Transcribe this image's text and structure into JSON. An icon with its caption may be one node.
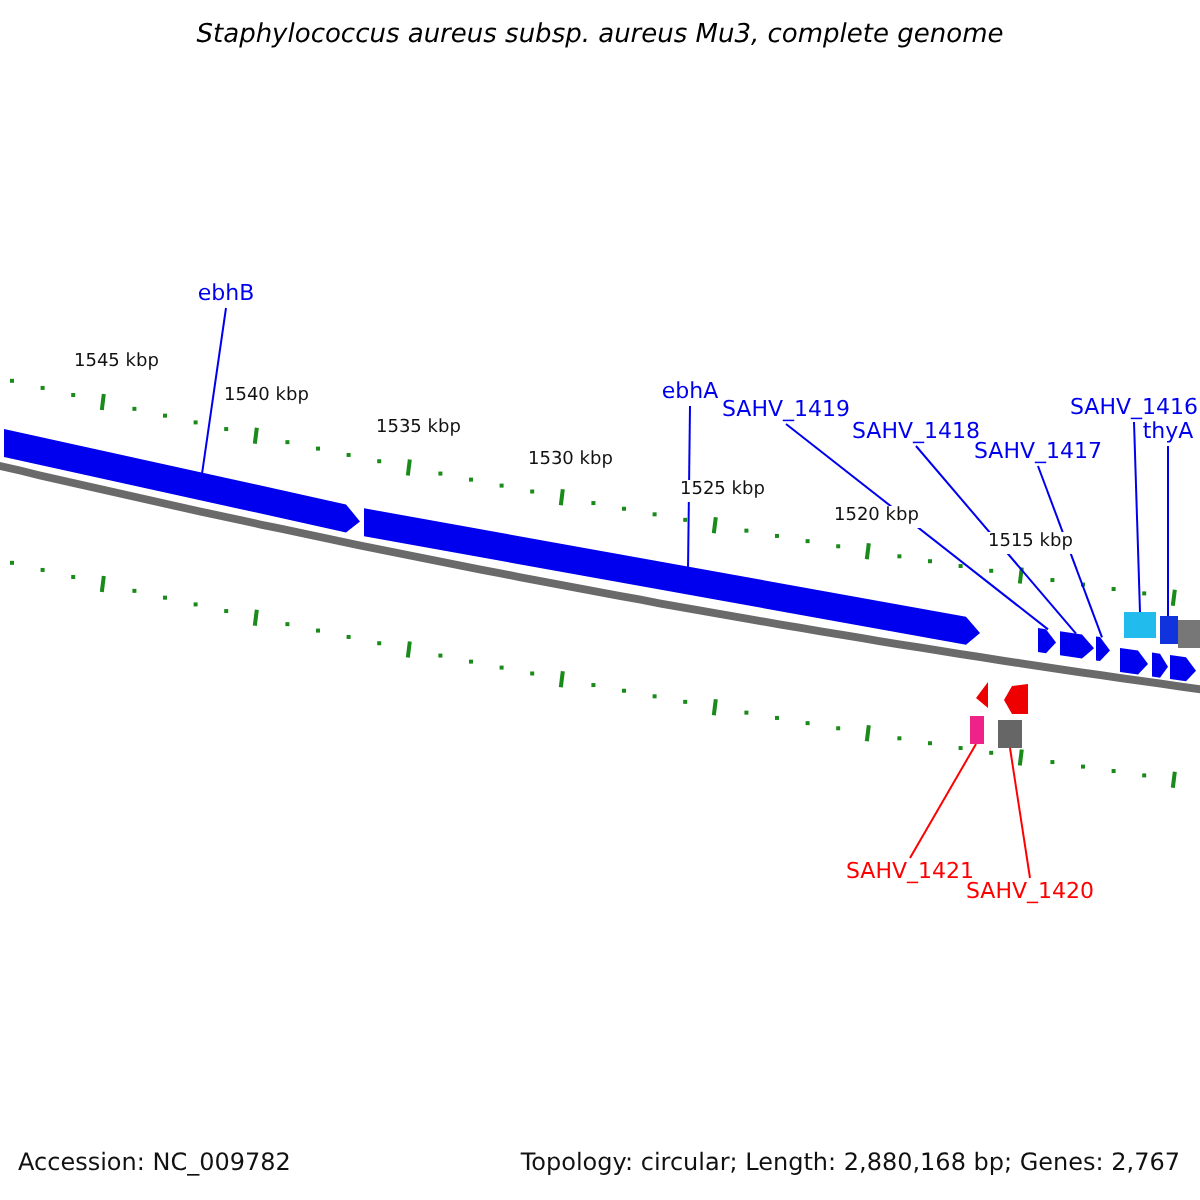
{
  "diagram": {
    "title": "Staphylococcus aureus subsp. aureus Mu3, complete genome",
    "nodes": [
      {
        "text": [
          "ebhB"
        ]
      },
      {
        "text": [
          "ebhA"
        ]
      },
      {
        "text": [
          "SAHV_1419"
        ]
      },
      {
        "text": [
          "SAHV_1418"
        ]
      },
      {
        "text": [
          "SAHV_1417"
        ]
      },
      {
        "text": [
          "SAHV_1416"
        ]
      },
      {
        "text": [
          "thyA"
        ]
      },
      {
        "text": [
          "SAHV_1421"
        ]
      },
      {
        "text": [
          "SAHV_1420"
        ]
      },
      {
        "text": [],
        "shape": "arrow"
      },
      {
        "text": [],
        "shape": "arrow"
      },
      {
        "text": [],
        "shape": "arrow"
      },
      {
        "text": [],
        "shape": "arrow"
      },
      {
        "text": [],
        "shape": "arrow"
      },
      {
        "text": [],
        "shape": "box"
      },
      {
        "text": [],
        "shape": "box"
      },
      {
        "text": [],
        "shape": "box"
      },
      {
        "text": [],
        "shape": "box"
      }
    ],
    "edges": [
      {
        "from": 0,
        "to": 9,
        "arrow": "none"
      },
      {
        "from": 1,
        "to": 10,
        "arrow": "none"
      },
      {
        "from": 2,
        "to": 11,
        "arrow": "none"
      },
      {
        "from": 3,
        "to": 12,
        "arrow": "none"
      },
      {
        "from": 4,
        "to": 13,
        "arrow": "none"
      },
      {
        "from": 5,
        "to": 14,
        "arrow": "none"
      },
      {
        "from": 6,
        "to": 15,
        "arrow": "none"
      },
      {
        "from": 7,
        "to": 16,
        "arrow": "none",
        "color": "#ff0000"
      },
      {
        "from": 8,
        "to": 17,
        "arrow": "none",
        "color": "#ff0000"
      }
    ],
    "labels": [
      "1545 kbp",
      "1540 kbp",
      "1535 kbp",
      "1530 kbp",
      "1525 kbp",
      "1520 kbp",
      "1515 kbp",
      "Accession: NC_009782",
      "Topology: circular; Length: 2,880,168 bp; Genes: 2,767"
    ]
  }
}
